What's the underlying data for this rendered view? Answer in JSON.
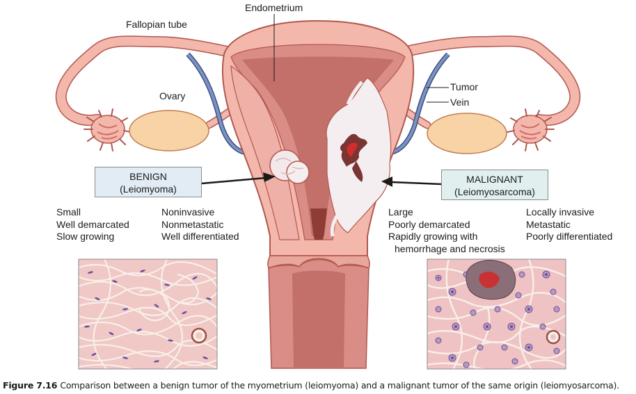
{
  "labels": {
    "endometrium": "Endometrium",
    "fallopian_tube": "Fallopian tube",
    "ovary": "Ovary",
    "tumor": "Tumor",
    "vein": "Vein"
  },
  "benign": {
    "title": "BENIGN",
    "subtitle": "(Leiomyoma)",
    "traits_left": [
      "Small",
      "Well demarcated",
      "Slow growing"
    ],
    "traits_right": [
      "Noninvasive",
      "Nonmetastatic",
      "Well differentiated"
    ]
  },
  "malignant": {
    "title": "MALIGNANT",
    "subtitle": "(Leiomyosarcoma)",
    "traits_left": [
      "Large",
      "Poorly demarcated",
      "Rapidly growing with",
      "hemorrhage and necrosis"
    ],
    "traits_right": [
      "Locally invasive",
      "Metastatic",
      "Poorly differentiated"
    ]
  },
  "caption": {
    "figure_label": "Figure 7.16",
    "text": "Comparison between a benign tumor of the myometrium (leiomyoma) and a malignant tumor of the same origin (leiomyosarcoma)."
  },
  "colors": {
    "tissue_pink": "#f3b8ab",
    "tissue_outline": "#b2574e",
    "cavity": "#c97a72",
    "vein_blue": "#5b74a8",
    "ovary": "#f7d3a6",
    "benign_box": "#e1ecf4",
    "malignant_box": "#e1f0ef",
    "hemorrhage": "#a52a26"
  }
}
